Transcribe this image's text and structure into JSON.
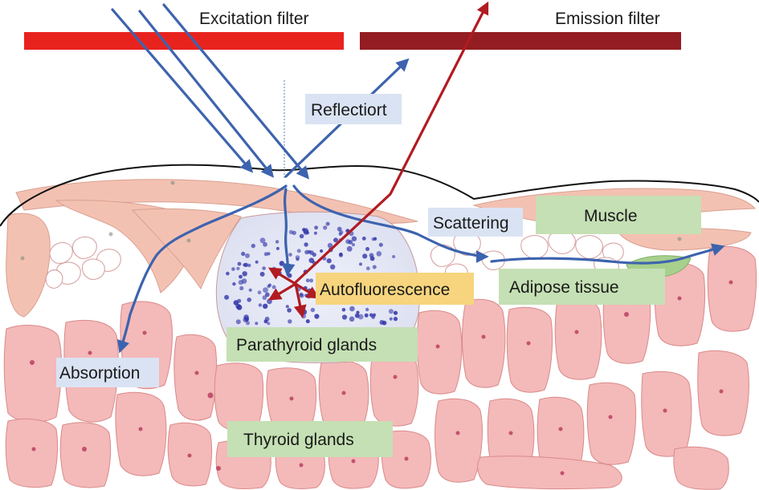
{
  "filters": {
    "excitation": {
      "label": "Excitation filter",
      "color": "#e8231e"
    },
    "emission": {
      "label": "Emission filter",
      "color": "#931d22"
    }
  },
  "labels": {
    "reflection": "Reflectiort",
    "scattering": "Scattering",
    "muscle": "Muscle",
    "autofluorescence": "Autofluorescence",
    "adipose": "Adipose tissue",
    "parathyroid": "Parathyroid glands",
    "absorption": "Absorption",
    "thyroid": "Thyroid glands"
  },
  "colors": {
    "excitation_light": "#3d63ae",
    "emission_light": "#b11b21",
    "label_blue_bg": "#dae3f3",
    "label_green_bg": "#c5e0b4",
    "label_orange_bg": "#f7d57e",
    "thyroid_cell": "#f4b9b9",
    "parathyroid_gland": "#e6e8f5",
    "parathyroid_dots": "#3236a8"
  }
}
